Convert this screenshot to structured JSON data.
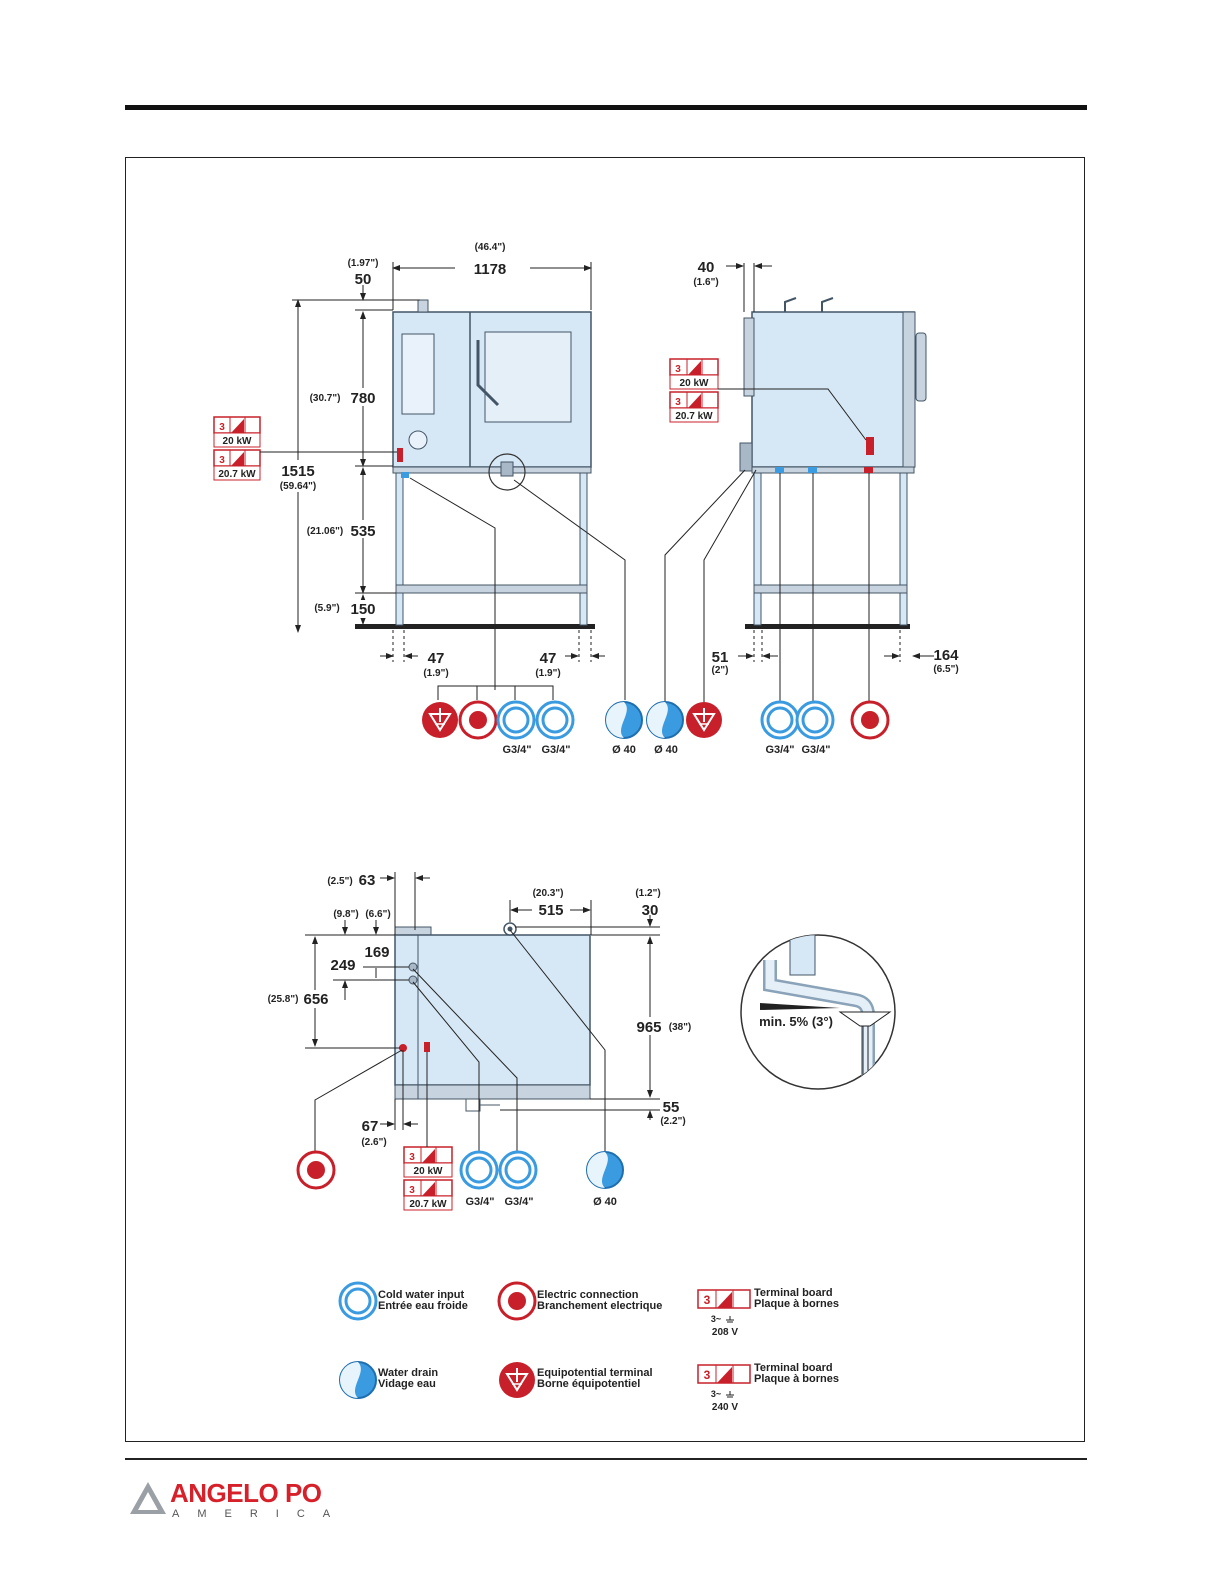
{
  "front_view": {
    "dims": {
      "top_offset": "50",
      "top_offset_in": "(1.97\")",
      "width": "1178",
      "width_in": "(46.4\")",
      "body_height": "780",
      "body_height_in": "(30.7\")",
      "total_height": "1515",
      "total_height_in": "(59.64\")",
      "stand_height": "535",
      "stand_height_in": "(21.06\")",
      "shelf_height": "150",
      "shelf_height_in": "(5.9\")",
      "left_leg": "47",
      "left_leg_in": "(1.9\")",
      "right_leg": "47",
      "right_leg_in": "(1.9\")"
    },
    "terminal_num": "3",
    "power_a": "20 kW",
    "power_b": "20.7 kW",
    "connector_labels": [
      "G3/4\"",
      "G3/4\"",
      "Ø 40"
    ]
  },
  "side_view": {
    "dims": {
      "top_offset": "40",
      "top_offset_in": "(1.6\")",
      "left_leg": "51",
      "left_leg_in": "(2\")",
      "right_offset": "164",
      "right_offset_in": "(6.5\")"
    },
    "terminal_num": "3",
    "power_a": "20 kW",
    "power_b": "20.7 kW",
    "connector_labels": [
      "Ø 40",
      "G3/4\"",
      "G3/4\""
    ]
  },
  "top_view": {
    "dims": {
      "d63": "63",
      "d63_in": "(2.5\")",
      "d249_in": "(9.8\")",
      "d169_in": "(6.6\")",
      "d249": "249",
      "d169": "169",
      "d656": "656",
      "d656_in": "(25.8\")",
      "d515": "515",
      "d515_in": "(20.3\")",
      "d30": "30",
      "d30_in": "(1.2\")",
      "d965": "965",
      "d965_in": "(38\")",
      "d55": "55",
      "d55_in": "(2.2\")",
      "d67": "67",
      "d67_in": "(2.6\")"
    },
    "terminal_num": "3",
    "power_a": "20 kW",
    "power_b": "20.7 kW",
    "connector_labels": [
      "G3/4\"",
      "G3/4\"",
      "Ø 40"
    ]
  },
  "slope_detail": {
    "label": "min. 5% (3°)"
  },
  "legend": {
    "cold_water": [
      "Cold water input",
      "Entrée eau froide"
    ],
    "electric": [
      "Electric connection",
      "Branchement electrique"
    ],
    "terminal_208": [
      "Terminal board",
      "Plaque à bornes"
    ],
    "voltage_208": "208 V",
    "phase": "3~",
    "drain": [
      "Water drain",
      "Vidage eau"
    ],
    "equipotential": [
      "Equipotential terminal",
      "Borne équipotentiel"
    ],
    "terminal_240": [
      "Terminal board",
      "Plaque à bornes"
    ],
    "voltage_240": "240 V",
    "terminal_num": "3"
  },
  "brand": {
    "name": "ANGELO PO",
    "sub": "AMERICA"
  },
  "colors": {
    "water_blue": "#3a9be0",
    "red": "#c8202a",
    "appliance": "#d6e8f5"
  }
}
